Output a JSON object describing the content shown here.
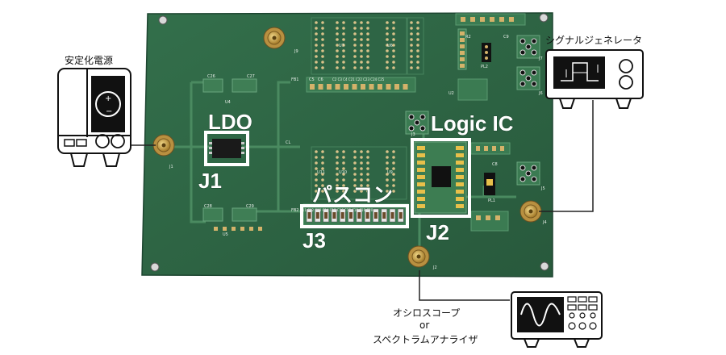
{
  "instruments": {
    "power_supply": "安定化電源",
    "signal_generator": "シグナルジェネレータ",
    "scope_line1": "オシロスコープ",
    "scope_or": "or",
    "scope_line2": "スペクトラムアナライザ"
  },
  "annotations": {
    "ldo": "LDO",
    "logic_ic": "Logic IC",
    "bypass_cap": "パスコン",
    "j1": "J1",
    "j2": "J2",
    "j3": "J3"
  },
  "silkscreen": {
    "j1": "J1",
    "j2": "J2",
    "j3": "J3",
    "j4": "J4",
    "j5": "J5",
    "j6": "J6",
    "j7": "J7",
    "j9": "J9",
    "u1": "U1",
    "u2": "U2",
    "u3": "U3",
    "u4": "U4",
    "u5": "U5",
    "u6": "U6",
    "u7": "U7",
    "u8": "U8",
    "u9": "U9",
    "u10": "U10",
    "u11": "U11",
    "r2": "R2",
    "c9": "C9",
    "pl1": "PL1",
    "pl2": "PL2",
    "cl": "CL",
    "c8": "C8",
    "c26": "C26",
    "c27": "C27",
    "c28": "C28",
    "c29": "C29",
    "fb1": "FB1",
    "fb2": "FB2",
    "c5": "C5",
    "c6": "C6",
    "caps_top": "C2 C3 C4 C21 C22 C23 C24 C25",
    "caps_bottom": "C11 C12 C13 C14 C15 C16 C17 C18 C19 C20"
  },
  "colors": {
    "pcb": "#2f6a46",
    "trace": "#3f7c55",
    "highlight": "#ffffff",
    "gold": "#c8a24a"
  }
}
